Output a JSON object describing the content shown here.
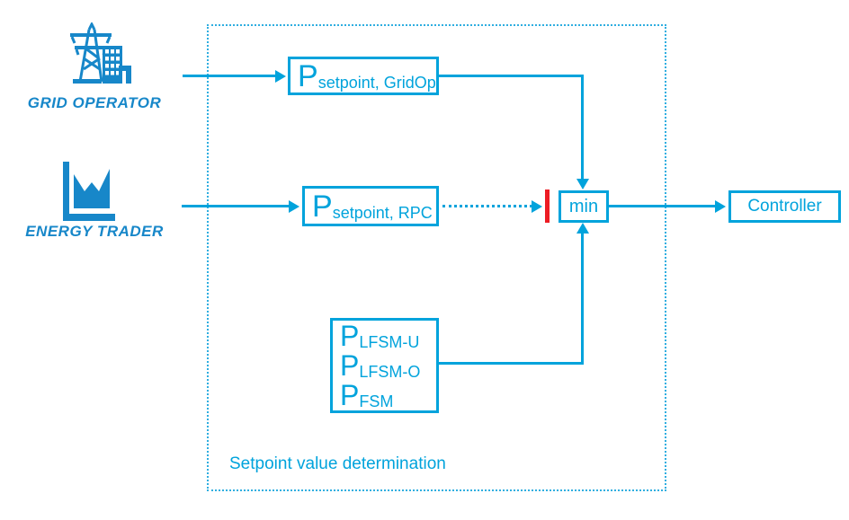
{
  "colors": {
    "accent_cyan": "#00A3DC",
    "actor_blue": "#1787C9",
    "limiter_red": "#ED1C24"
  },
  "actors": {
    "grid_operator": {
      "label": "GRID OPERATOR",
      "icon": "transmission-tower-building-icon"
    },
    "energy_trader": {
      "label": "ENERGY TRADER",
      "icon": "area-chart-icon"
    }
  },
  "container": {
    "label": "Setpoint value determination"
  },
  "blocks": {
    "gridop": {
      "symbol": "P",
      "subscript": "setpoint, GridOp"
    },
    "rpc": {
      "symbol": "P",
      "subscript": "setpoint, RPC"
    },
    "lfsm": {
      "lines": [
        {
          "symbol": "P",
          "subscript": "LFSM-U"
        },
        {
          "symbol": "P",
          "subscript": "LFSM-O"
        },
        {
          "symbol": "P",
          "subscript": "FSM"
        }
      ]
    },
    "min": {
      "label": "min"
    },
    "controller": {
      "label": "Controller"
    }
  }
}
